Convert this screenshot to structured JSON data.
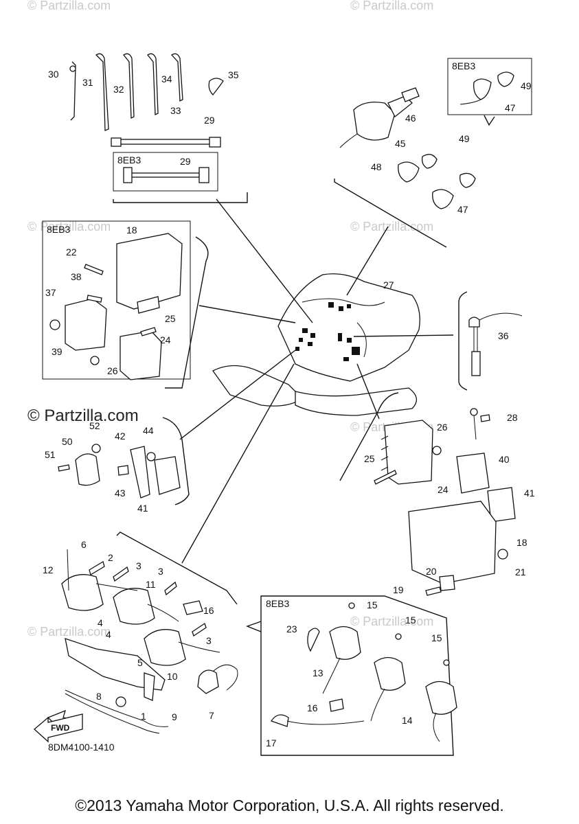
{
  "watermark": "© Partzilla.com",
  "watermark_center": "© Partzilla.com",
  "diagram_code": "8DM4100-1410",
  "copyright": "©2013 Yamaha Motor Corporation, U.S.A. All rights reserved.",
  "fwd_label": "FWD",
  "variant_label": "8EB3",
  "callouts": {
    "c1": "1",
    "c2": "2",
    "c3a": "3",
    "c3b": "3",
    "c3c": "3",
    "c4a": "4",
    "c4b": "4",
    "c5": "5",
    "c6": "6",
    "c7": "7",
    "c8": "8",
    "c9": "9",
    "c10": "10",
    "c11": "11",
    "c12": "12",
    "c13": "13",
    "c14": "14",
    "c15a": "15",
    "c15b": "15",
    "c15c": "15",
    "c16a": "16",
    "c16b": "16",
    "c17": "17",
    "c18a": "18",
    "c18b": "18",
    "c19": "19",
    "c20": "20",
    "c21": "21",
    "c22": "22",
    "c23": "23",
    "c24a": "24",
    "c24b": "24",
    "c25a": "25",
    "c25b": "25",
    "c26a": "26",
    "c26b": "26",
    "c27": "27",
    "c28": "28",
    "c29a": "29",
    "c29b": "29",
    "c30": "30",
    "c31": "31",
    "c32": "32",
    "c33": "33",
    "c34": "34",
    "c35": "35",
    "c36": "36",
    "c37": "37",
    "c38": "38",
    "c39": "39",
    "c40": "40",
    "c41a": "41",
    "c41b": "41",
    "c42": "42",
    "c43": "43",
    "c44": "44",
    "c45": "45",
    "c46": "46",
    "c47a": "47",
    "c47b": "47",
    "c48": "48",
    "c49a": "49",
    "c49b": "49",
    "c50": "50",
    "c51": "51",
    "c52": "52"
  }
}
